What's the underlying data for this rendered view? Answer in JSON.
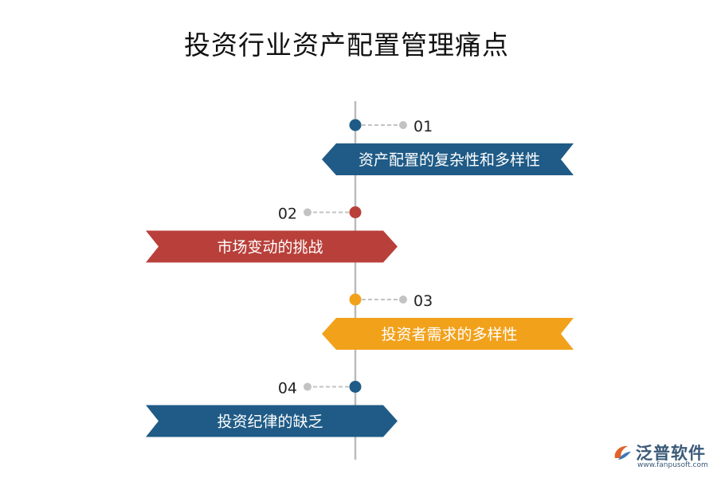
{
  "title": "投资行业资产配置管理痛点",
  "colors": {
    "blue": "#1f5b86",
    "red": "#b9403a",
    "orange": "#f2a11b",
    "axis": "#bbbbbb",
    "dot_gray": "#c3c3c3"
  },
  "items": [
    {
      "number": "01",
      "label": "资产配置的复杂性和多样性",
      "side": "right",
      "color": "#1f5b86"
    },
    {
      "number": "02",
      "label": "市场变动的挑战",
      "side": "left",
      "color": "#b9403a"
    },
    {
      "number": "03",
      "label": "投资者需求的多样性",
      "side": "right",
      "color": "#f2a11b"
    },
    {
      "number": "04",
      "label": "投资纪律的缺乏",
      "side": "left",
      "color": "#1f5b86"
    }
  ],
  "logo": {
    "name": "泛普软件",
    "url": "www.fanpusoft.com"
  }
}
